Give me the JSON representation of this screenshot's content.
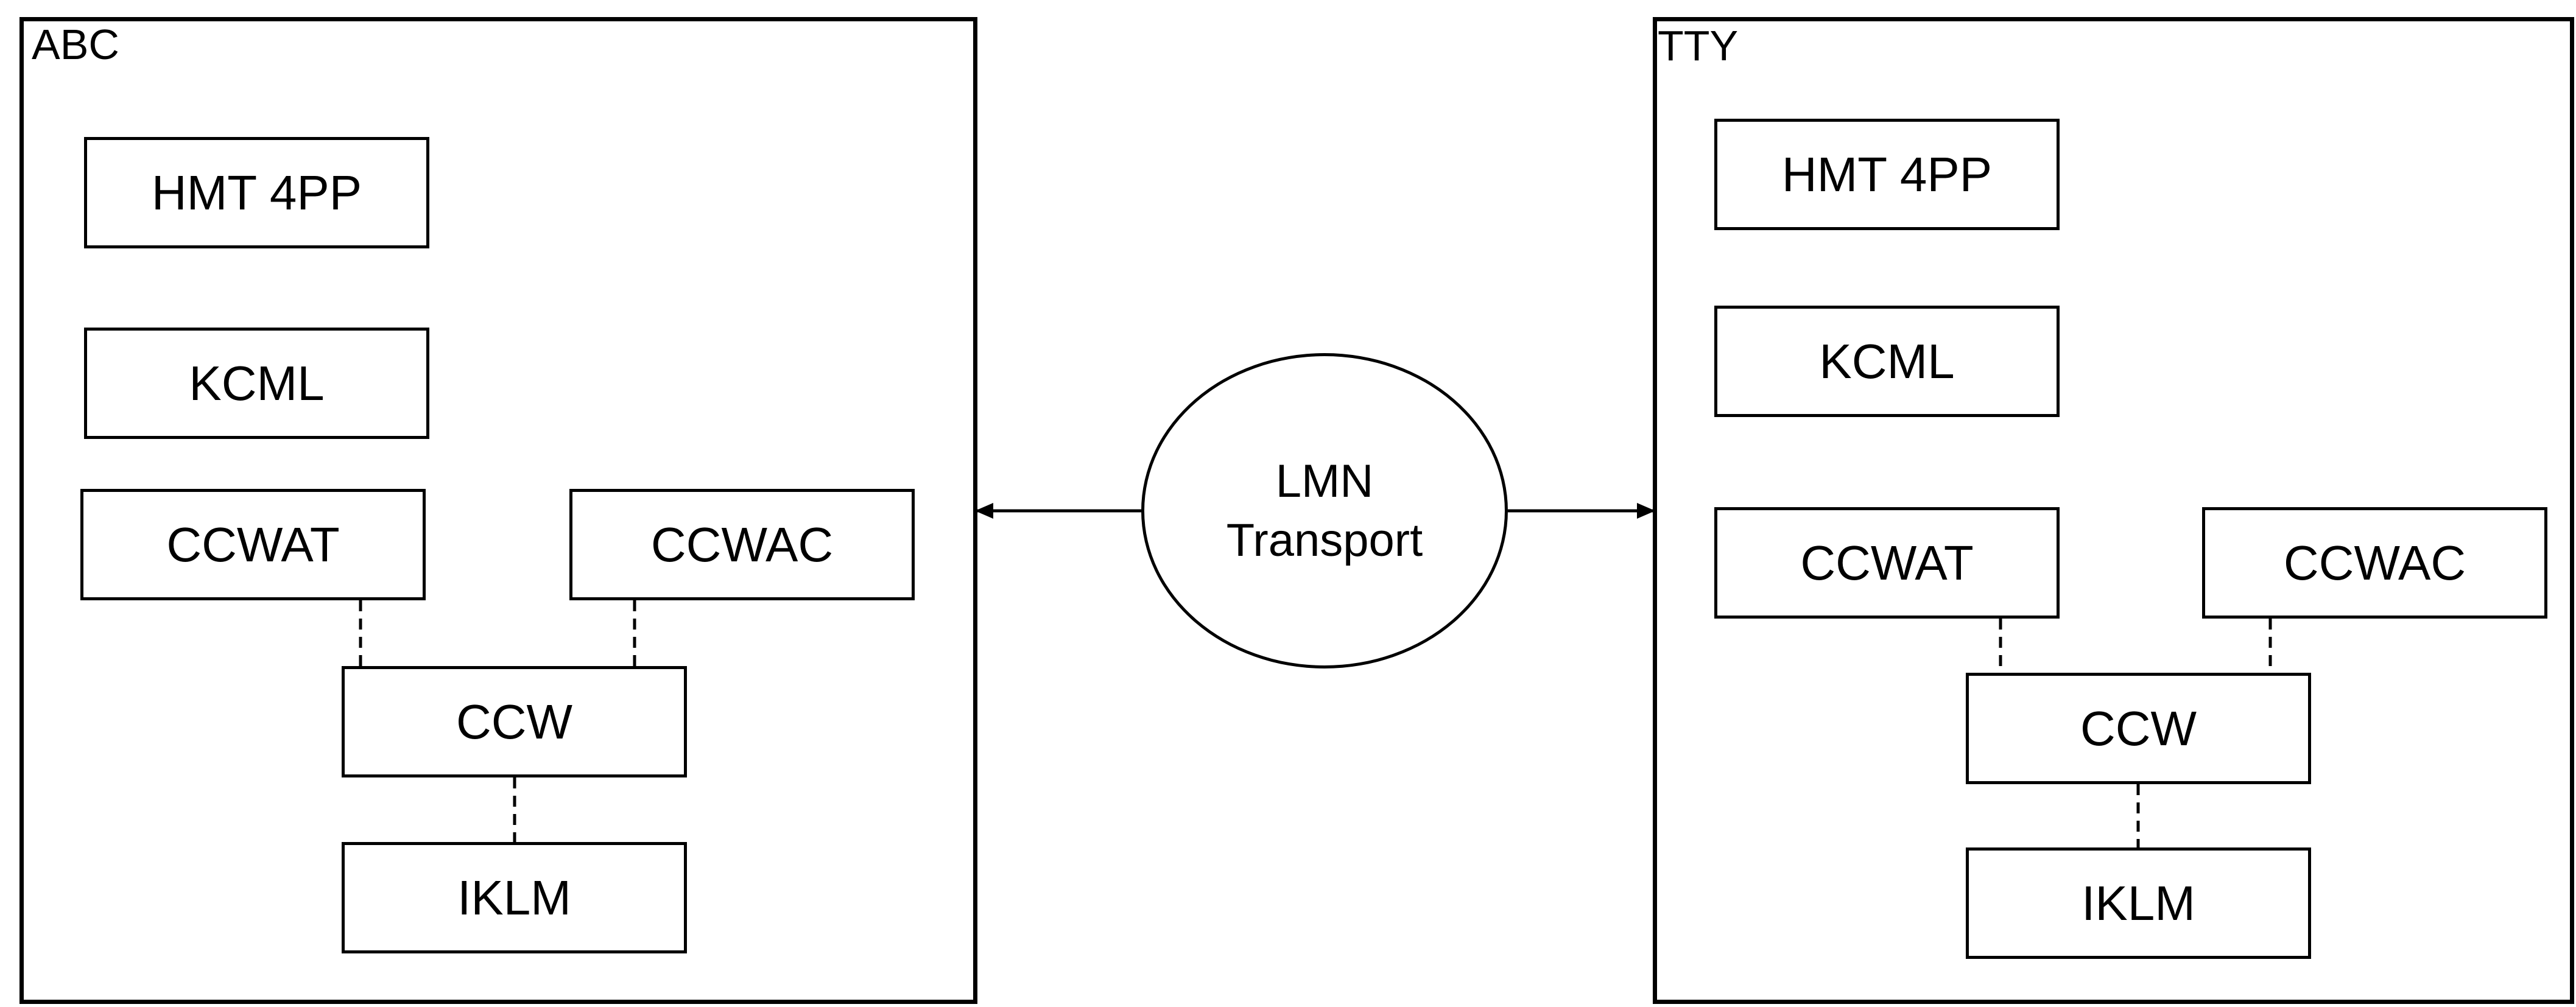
{
  "left_group": {
    "title": "ABC",
    "hmt": "HMT 4PP",
    "kcml": "KCML",
    "ccwat": "CCWAT",
    "ccwac": "CCWAC",
    "ccw": "CCW",
    "iklm": "IKLM"
  },
  "right_group": {
    "title": "TTY",
    "hmt": "HMT 4PP",
    "kcml": "KCML",
    "ccwat": "CCWAT",
    "ccwac": "CCWAC",
    "ccw": "CCW",
    "iklm": "IKLM"
  },
  "hub": {
    "line1": "LMN",
    "line2": "Transport"
  },
  "colors": {
    "stroke": "#000000",
    "background": "#ffffff"
  }
}
